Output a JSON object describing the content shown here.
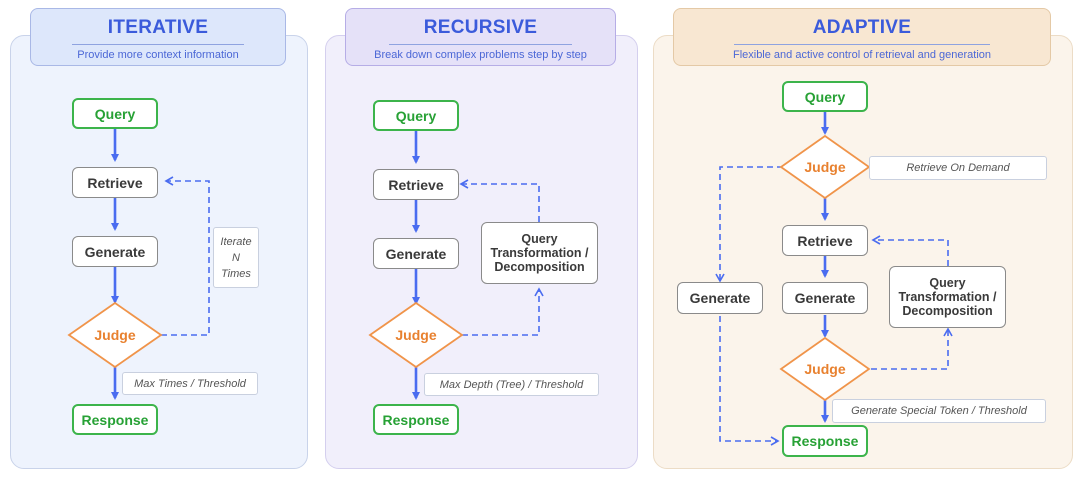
{
  "panels": [
    {
      "title": "ITERATIVE",
      "subtitle": "Provide more context information",
      "bg": "#eef3fd"
    },
    {
      "title": "RECURSIVE",
      "subtitle": "Break down complex problems step by step",
      "bg": "#f1effb"
    },
    {
      "title": "ADAPTIVE",
      "subtitle": "Flexible and  active control of retrieval and generation",
      "bg": "#fbf4eb"
    }
  ],
  "iterative": {
    "query": "Query",
    "retrieve": "Retrieve",
    "generate": "Generate",
    "judge": "Judge",
    "response": "Response",
    "loop_note": "Iterate\nN\nTimes",
    "stop_note": "Max Times / Threshold"
  },
  "recursive": {
    "query": "Query",
    "retrieve": "Retrieve",
    "generate": "Generate",
    "judge": "Judge",
    "response": "Response",
    "transform": "Query\nTransformation /\nDecomposition",
    "stop_note": "Max Depth (Tree) / Threshold"
  },
  "adaptive": {
    "query": "Query",
    "judge1": "Judge",
    "on_demand_note": "Retrieve On  Demand",
    "retrieve": "Retrieve",
    "generate_left": "Generate",
    "generate": "Generate",
    "transform": "Query\nTransformation /\nDecomposition",
    "judge2": "Judge",
    "stop_note": "Generate Special Token / Threshold",
    "response": "Response"
  },
  "colors": {
    "blue_arrow": "#4a6cf0",
    "judge_orange": "#f0944a",
    "green": "#3cb44b"
  }
}
